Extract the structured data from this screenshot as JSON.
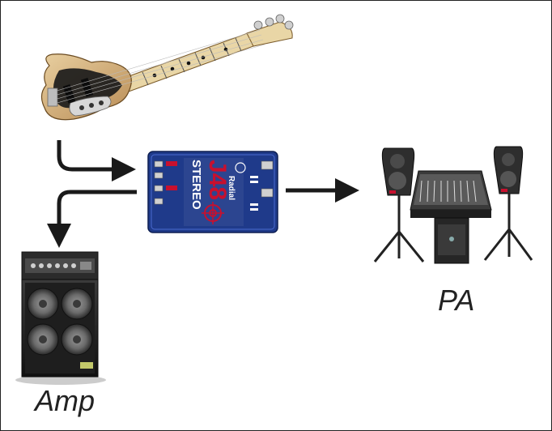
{
  "labels": {
    "pa": "PA",
    "amp": "Amp"
  },
  "di_box": {
    "brand": "Radial",
    "model": "J48",
    "submodel": "STEREO"
  },
  "colors": {
    "arrow": "#1a1a1a",
    "di_box_blue": "#1f3a8a",
    "di_box_red": "#c8102e",
    "guitar_body": "#d9b98a",
    "speaker_dark": "#2a2a2a"
  }
}
